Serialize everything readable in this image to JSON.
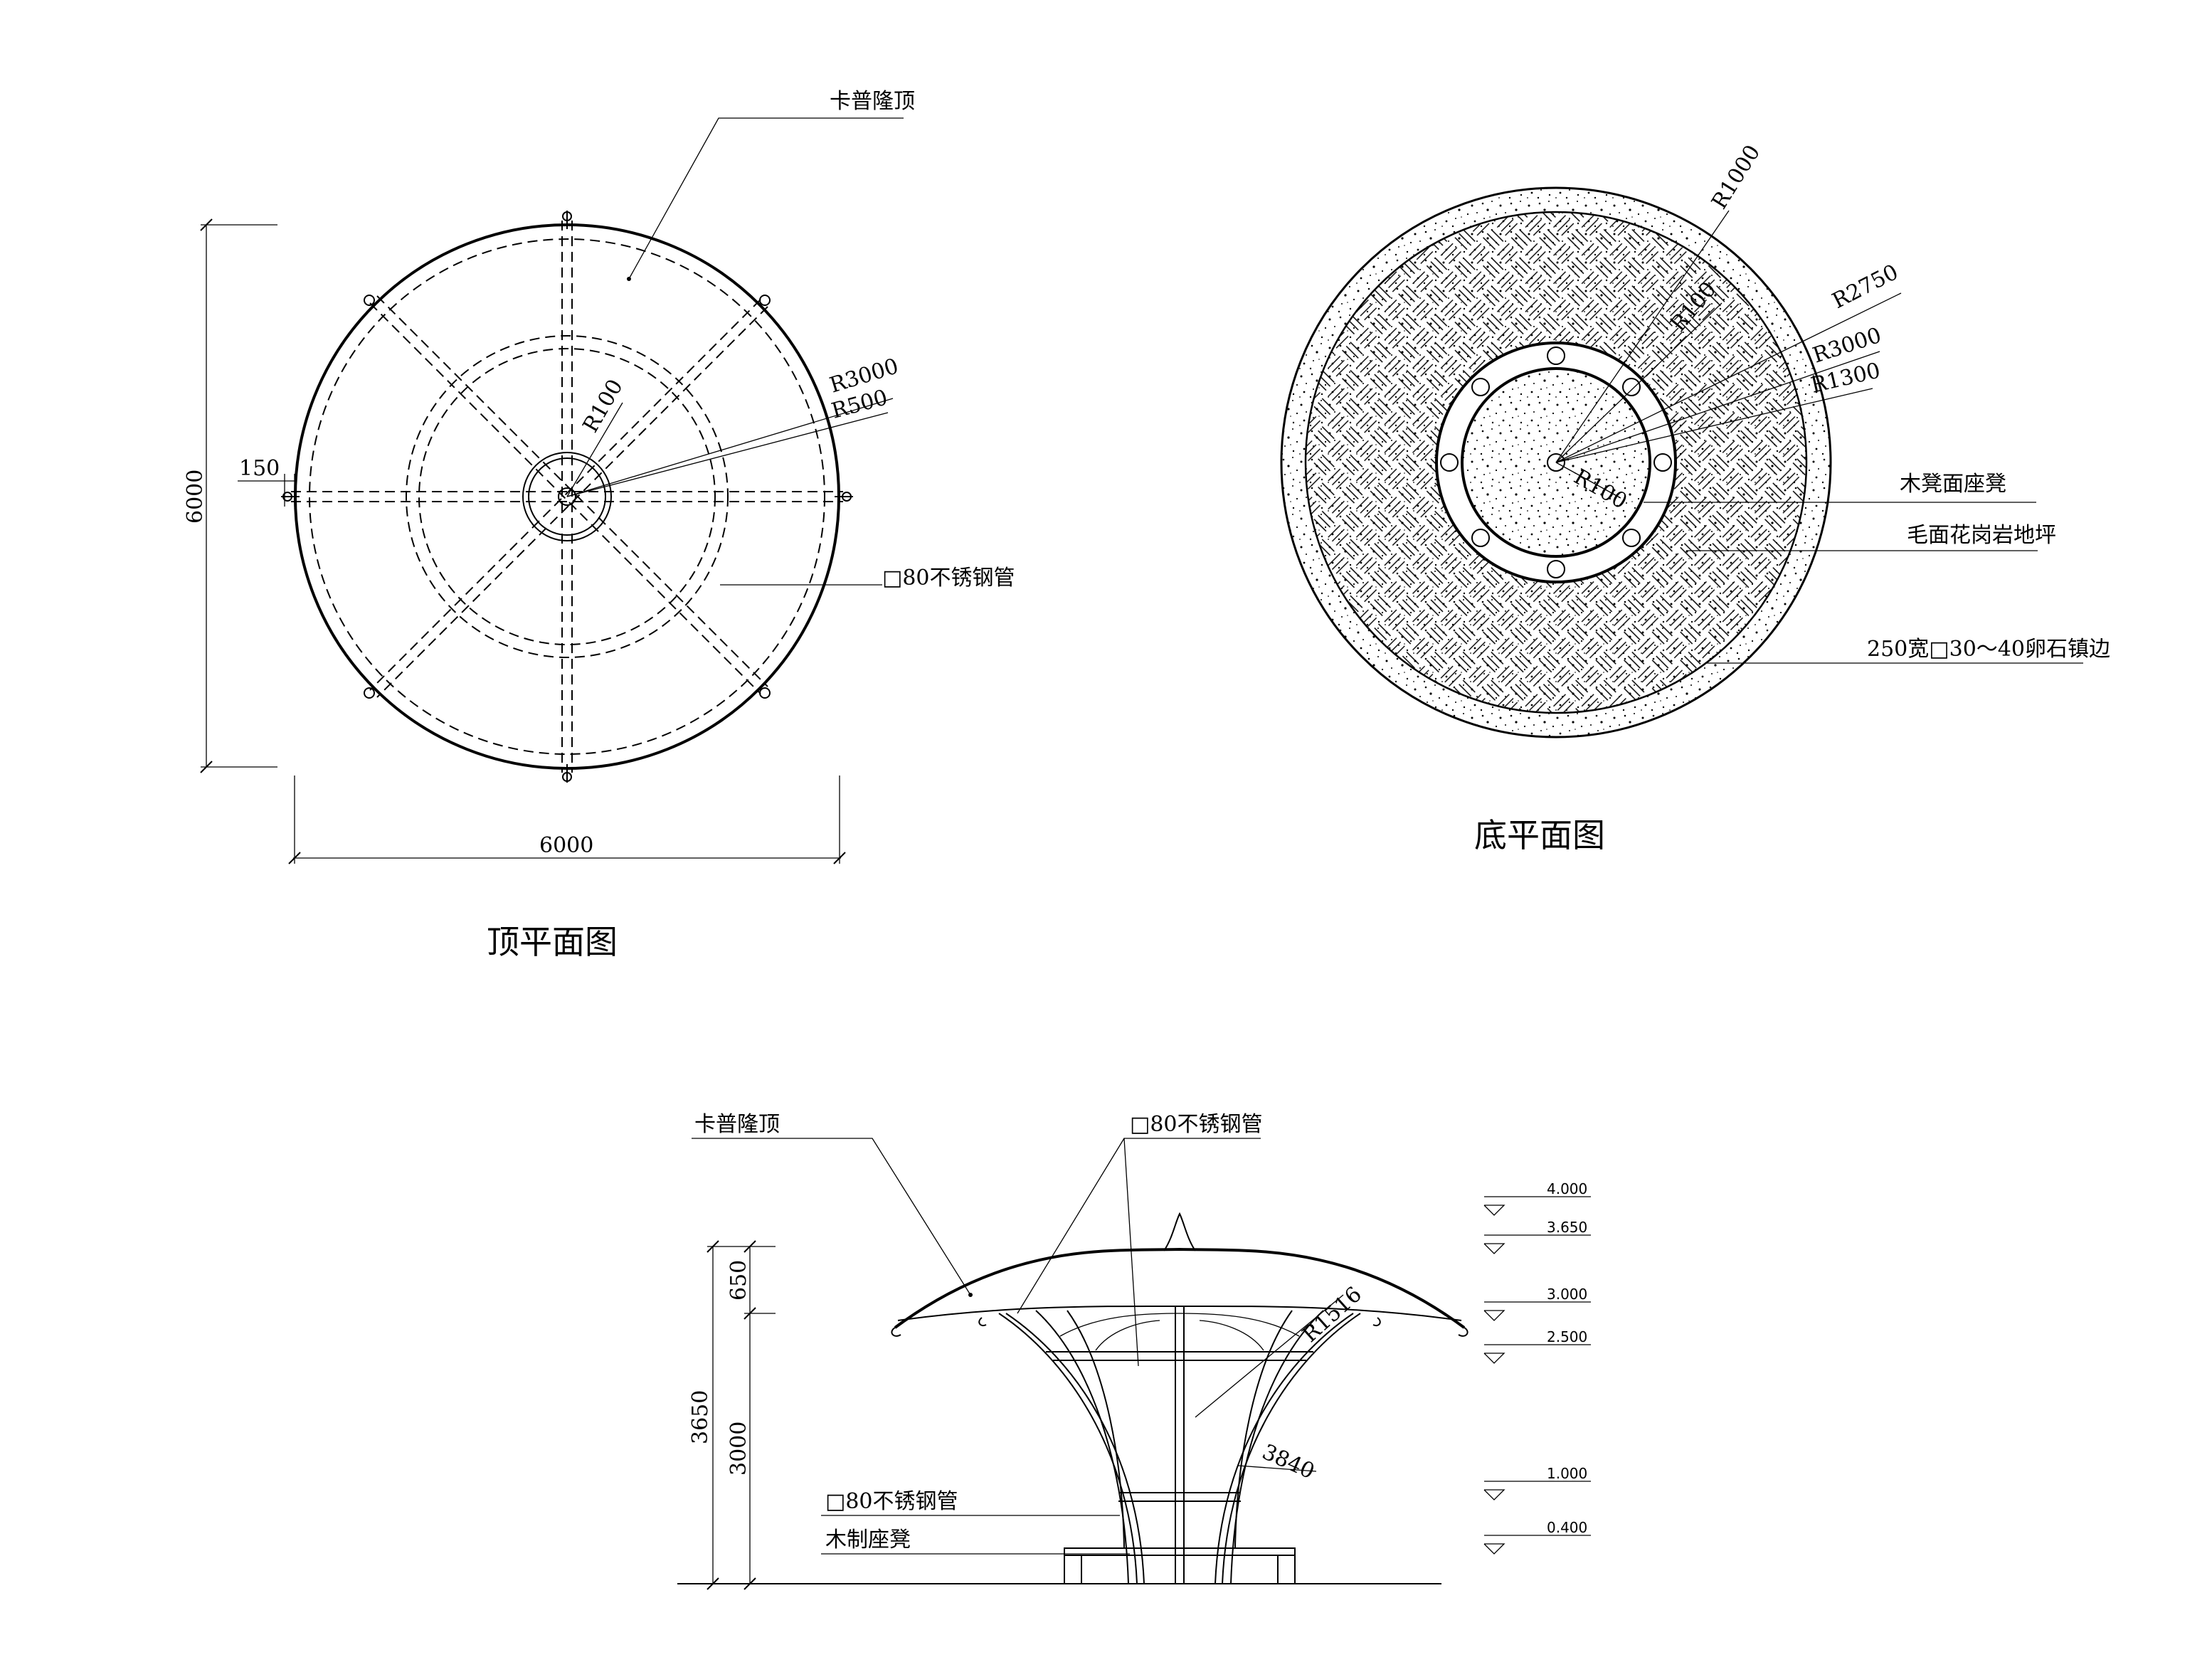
{
  "top_plan": {
    "title": "顶平面图",
    "label_roof": "卡普隆顶",
    "label_pipe": "□80不锈钢管",
    "dim_width": "6000",
    "dim_height": "6000",
    "dim_150": "150",
    "r3000": "R3000",
    "r500": "R500",
    "r100": "R100"
  },
  "bottom_plan": {
    "title": "底平面图",
    "r1000": "R1000",
    "r100a": "R100",
    "r2750": "R2750",
    "r3000": "R3000",
    "r1300": "R1300",
    "r100b": "R100",
    "label_bench": "木凳面座凳",
    "label_granite": "毛面花岗岩地坪",
    "label_pebble": "250宽□30～40卵石镇边"
  },
  "elevation": {
    "label_roof": "卡普隆顶",
    "label_pipe_top": "□80不锈钢管",
    "label_pipe_bottom": "□80不锈钢管",
    "label_bench": "木制座凳",
    "r1516": "R1516",
    "d3840": "3840",
    "dim_650": "650",
    "dim_3000": "3000",
    "dim_3650": "3650",
    "levels": [
      "4.000",
      "3.650",
      "3.000",
      "2.500",
      "1.000",
      "0.400"
    ]
  }
}
